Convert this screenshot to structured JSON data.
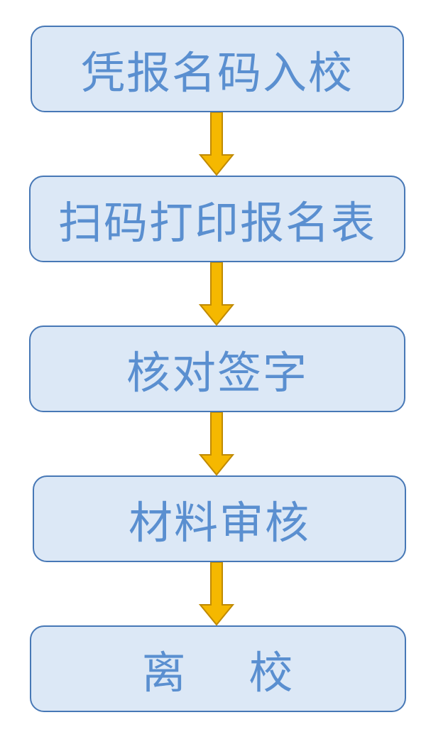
{
  "flowchart": {
    "steps": [
      {
        "label": "凭报名码入校"
      },
      {
        "label": "扫码打印报名表"
      },
      {
        "label": "核对签字"
      },
      {
        "label": "材料审核"
      },
      {
        "label": "离    校"
      }
    ]
  },
  "colors": {
    "box_fill": "#dce8f6",
    "box_border": "#4778b6",
    "text": "#5a8fd0",
    "arrow_fill": "#f5b800",
    "arrow_stroke": "#c08a00"
  }
}
